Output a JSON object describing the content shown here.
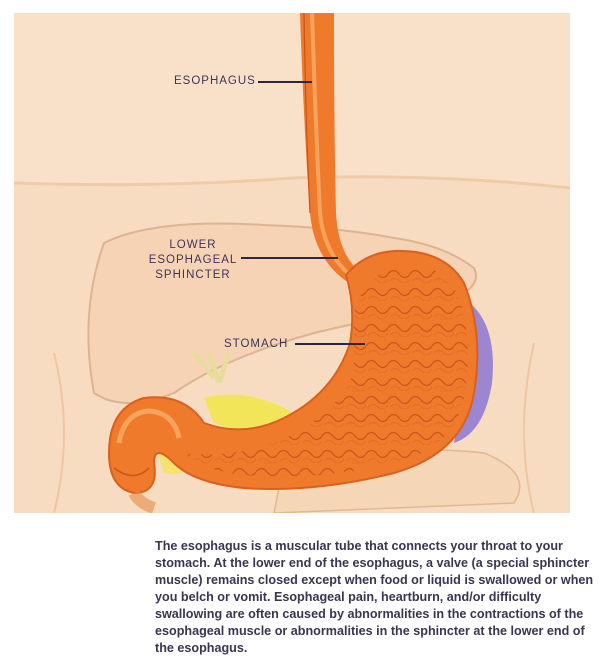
{
  "labels": {
    "esophagus": "ESOPHAGUS",
    "lower_esophageal_sphincter": "LOWER\nESOPHAGEAL\nSPHINCTER",
    "stomach": "STOMACH"
  },
  "caption": "The esophagus is a muscular tube that connects your throat to your stomach. At the lower end of the esophagus, a valve (a special sphincter muscle) remains closed except when food or liquid is swallowed or when you belch or vomit. Esophageal pain, heartburn, and/or difficulty swallowing are often caused by abnormalities in the contractions of the esophageal muscle or abnormalities in the sphincter at the lower end of the esophagus.",
  "colors": {
    "skin": "#f9e1c9",
    "skin_shadow": "#f2cfae",
    "organ_orange": "#ef7a2b",
    "organ_light": "#f7a35c",
    "liver_outline": "#d9b08c",
    "gallbladder_yellow": "#f3e55a",
    "spleen_purple": "#9b86cf",
    "caption_text": "#3a3550"
  }
}
